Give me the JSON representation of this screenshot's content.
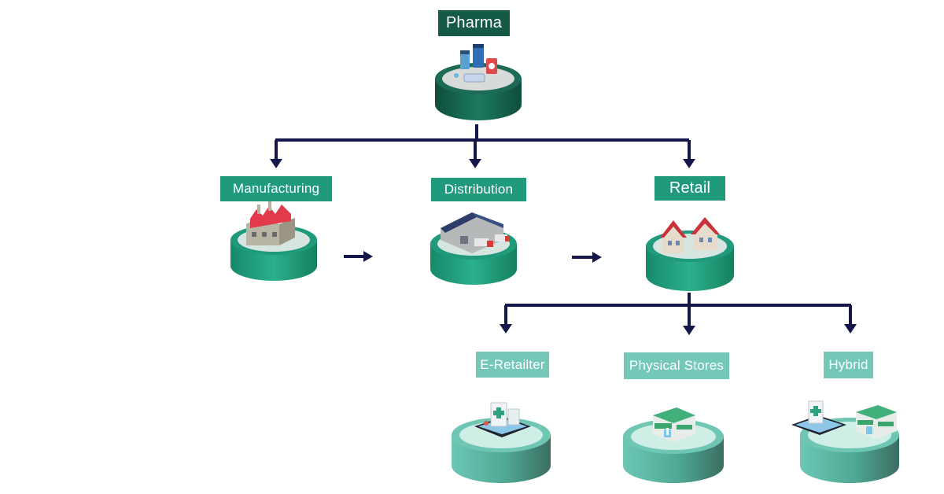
{
  "nodes": {
    "root": {
      "label": "Pharma"
    },
    "manufacturing": {
      "label": "Manufacturing"
    },
    "distribution": {
      "label": "Distribution"
    },
    "retail": {
      "label": "Retail"
    },
    "eretailer": {
      "label": "E-Retailter"
    },
    "physical": {
      "label": "Physical Stores"
    },
    "hybrid": {
      "label": "Hybrid"
    }
  },
  "colors": {
    "dark": "#145a47",
    "mid": "#1f9a7b",
    "light": "#74c8b7",
    "arrow": "#15174a"
  },
  "icons": {
    "root": "medicine-icon",
    "manufacturing": "factory-icon",
    "distribution": "warehouse-truck-icon",
    "retail": "houses-icon",
    "eretailer": "tablet-pharmacy-icon",
    "physical": "pharmacy-store-icon",
    "hybrid": "tablet-and-store-icon"
  }
}
